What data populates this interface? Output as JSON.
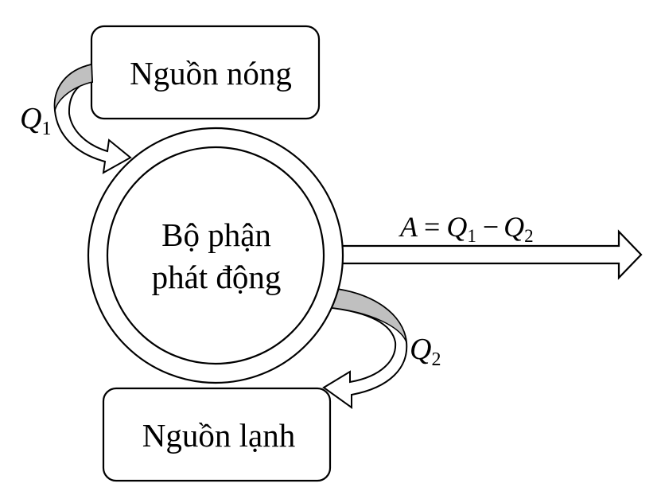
{
  "hot_source": {
    "label": "Nguồn nóng"
  },
  "cold_source": {
    "label": "Nguồn lạnh"
  },
  "engine": {
    "line1": "Bộ phận",
    "line2": "phát động"
  },
  "q1": {
    "symbol": "Q",
    "sub": "1"
  },
  "q2": {
    "symbol": "Q",
    "sub": "2"
  },
  "work": {
    "lhs": "A",
    "eq": "=",
    "t1_symbol": "Q",
    "t1_sub": "1",
    "minus": "−",
    "t2_symbol": "Q",
    "t2_sub": "2"
  },
  "colors": {
    "stroke": "#000000",
    "band_fill": "#c0c0c0",
    "background": "#ffffff"
  }
}
